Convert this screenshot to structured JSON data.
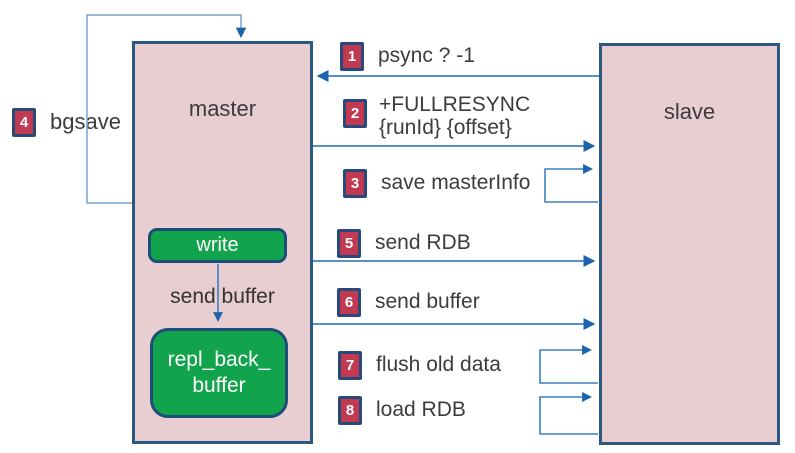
{
  "diagram": {
    "description": "Redis master-slave full replication flow diagram",
    "nodes": {
      "master": {
        "label": "master"
      },
      "slave": {
        "label": "slave"
      },
      "write": {
        "label": "write"
      },
      "repl_buffer": {
        "line1": "repl_back_",
        "line2": "buffer"
      },
      "send_buffer_internal": {
        "label": "send buffer"
      }
    },
    "steps": {
      "s1": {
        "number": "1",
        "label": "psync ? -1"
      },
      "s2": {
        "number": "2",
        "label_line1": "+FULLRESYNC",
        "label_line2": "{runId} {offset}"
      },
      "s3": {
        "number": "3",
        "label": "save masterInfo"
      },
      "s4": {
        "number": "4",
        "label": "bgsave"
      },
      "s5": {
        "number": "5",
        "label": "send RDB"
      },
      "s6": {
        "number": "6",
        "label": "send buffer"
      },
      "s7": {
        "number": "7",
        "label": "flush old data"
      },
      "s8": {
        "number": "8",
        "label": "load RDB"
      }
    },
    "colors": {
      "node_fill": "#e8cdd1",
      "node_border": "#2c5884",
      "green_fill": "#12a44c",
      "badge_fill": "#c23a52",
      "badge_border": "#27497b",
      "arrow_blue": "#3f7fbe",
      "arrowhead_blue": "#1e64ad",
      "text": "#3c3c3c"
    }
  }
}
